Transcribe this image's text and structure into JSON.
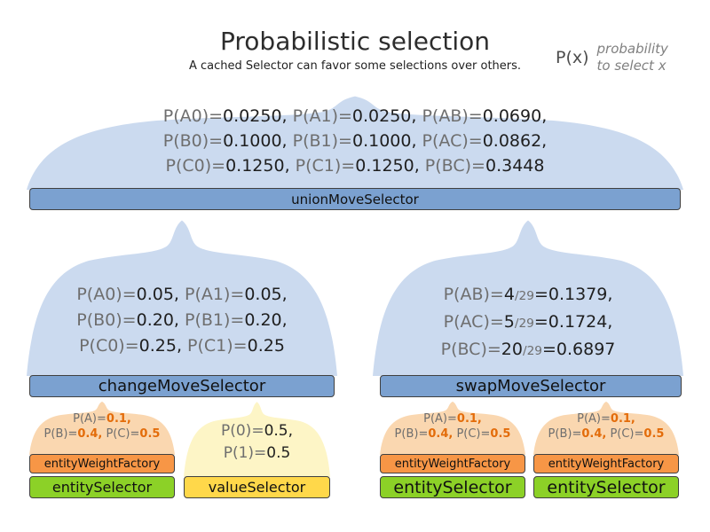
{
  "title": "Probabilistic selection",
  "subtitle": "A cached Selector can favor some selections over others.",
  "legend": {
    "symbol": "P(x)",
    "desc_line1": "probability",
    "desc_line2": "to select x"
  },
  "colors": {
    "title-text": "#2d2d2d",
    "subtitle-text": "#1f1f1f",
    "label-gray": "#6e6e6e",
    "value-dark": "#1f1f1f",
    "weight-orange": "#e36c0a",
    "legend-symbol-gray": "#4d4d4d",
    "legend-desc-gray": "#808080",
    "dome-blue": "#cbdaef",
    "dome-orange": "#fad7b0",
    "dome-yellow": "#fdf5c6",
    "bar-blue": "#7ba1d0",
    "bar-orange": "#f79646",
    "bar-green": "#8cd127",
    "bar-yellow": "#ffd84a",
    "bar-border": "#404040",
    "bar-text": "#111111"
  },
  "union_selector": {
    "label": "unionMoveSelector",
    "prob_lines": [
      [
        {
          "t": "P(A0)=",
          "c": "lbl"
        },
        {
          "t": "0.0250,",
          "c": "val"
        },
        {
          "t": " P(A1)=",
          "c": "lbl"
        },
        {
          "t": "0.0250,",
          "c": "val"
        },
        {
          "t": " P(AB)=",
          "c": "lbl"
        },
        {
          "t": "0.0690,",
          "c": "val"
        }
      ],
      [
        {
          "t": "P(B0)=",
          "c": "lbl"
        },
        {
          "t": "0.1000,",
          "c": "val"
        },
        {
          "t": " P(B1)=",
          "c": "lbl"
        },
        {
          "t": "0.1000,",
          "c": "val"
        },
        {
          "t": " P(AC)=",
          "c": "lbl"
        },
        {
          "t": "0.0862,",
          "c": "val"
        }
      ],
      [
        {
          "t": "P(C0)=",
          "c": "lbl"
        },
        {
          "t": "0.1250,",
          "c": "val"
        },
        {
          "t": " P(C1)=",
          "c": "lbl"
        },
        {
          "t": "0.1250,",
          "c": "val"
        },
        {
          "t": " P(BC)=",
          "c": "lbl"
        },
        {
          "t": "0.3448",
          "c": "val"
        }
      ]
    ]
  },
  "change_selector": {
    "label": "changeMoveSelector",
    "prob_lines": [
      [
        {
          "t": "P(A0)=",
          "c": "lbl"
        },
        {
          "t": "0.05,",
          "c": "val"
        },
        {
          "t": " P(A1)=",
          "c": "lbl"
        },
        {
          "t": "0.05,",
          "c": "val"
        }
      ],
      [
        {
          "t": "P(B0)=",
          "c": "lbl"
        },
        {
          "t": "0.20,",
          "c": "val"
        },
        {
          "t": " P(B1)=",
          "c": "lbl"
        },
        {
          "t": "0.20,",
          "c": "val"
        }
      ],
      [
        {
          "t": "P(C0)=",
          "c": "lbl"
        },
        {
          "t": "0.25,",
          "c": "val"
        },
        {
          "t": " P(C1)=",
          "c": "lbl"
        },
        {
          "t": "0.25",
          "c": "val"
        }
      ]
    ]
  },
  "swap_selector": {
    "label": "swapMoveSelector",
    "prob_lines": [
      [
        {
          "t": "P(AB)=",
          "c": "lbl"
        },
        {
          "t": "4",
          "c": "val"
        },
        {
          "t": "/29",
          "c": "small"
        },
        {
          "t": "=0.1379,",
          "c": "val"
        }
      ],
      [
        {
          "t": "P(AC)=",
          "c": "lbl"
        },
        {
          "t": "5",
          "c": "val"
        },
        {
          "t": "/29",
          "c": "small"
        },
        {
          "t": "=0.1724,",
          "c": "val"
        }
      ],
      [
        {
          "t": "P(BC)=",
          "c": "lbl"
        },
        {
          "t": "20",
          "c": "val"
        },
        {
          "t": "/29",
          "c": "small"
        },
        {
          "t": "=0.6897",
          "c": "val"
        }
      ]
    ]
  },
  "entity_weight": {
    "factory_label": "entityWeightFactory",
    "selector_label": "entitySelector",
    "prob_lines": [
      [
        {
          "t": "P(A)=",
          "c": "lbl"
        },
        {
          "t": "0.1,",
          "c": "hot"
        }
      ],
      [
        {
          "t": "P(B)=",
          "c": "lbl"
        },
        {
          "t": "0.4,",
          "c": "hot"
        },
        {
          "t": " P(C)=",
          "c": "lbl"
        },
        {
          "t": "0.5",
          "c": "hot"
        }
      ]
    ]
  },
  "value_selector": {
    "label": "valueSelector",
    "prob_lines": [
      [
        {
          "t": "P(0)=",
          "c": "lbl"
        },
        {
          "t": "0.5,",
          "c": "val"
        }
      ],
      [
        {
          "t": "P(1)=",
          "c": "lbl"
        },
        {
          "t": "0.5",
          "c": "val"
        }
      ]
    ]
  }
}
